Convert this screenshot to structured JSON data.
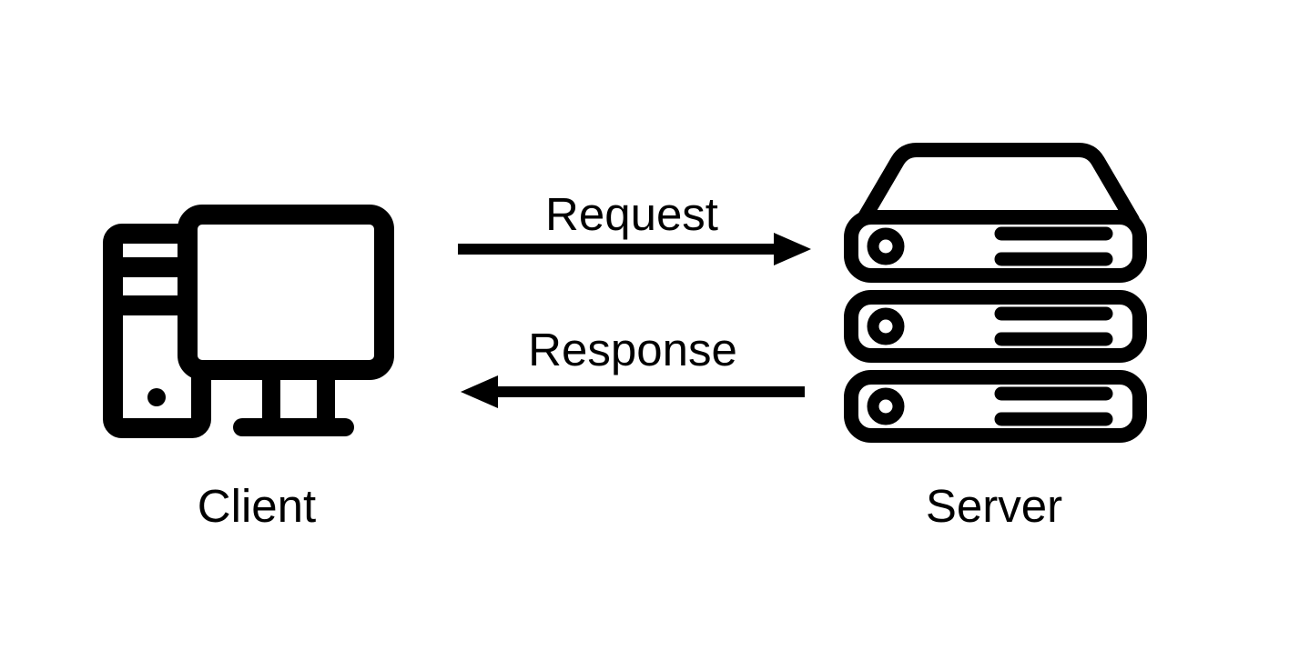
{
  "diagram": {
    "background_color": "#ffffff",
    "foreground_color": "#000000",
    "nodes": [
      {
        "id": "client",
        "label": "Client",
        "icon": "desktop-computer-icon"
      },
      {
        "id": "server",
        "label": "Server",
        "icon": "server-stack-icon"
      }
    ],
    "edges": [
      {
        "from": "client",
        "to": "server",
        "label": "Request",
        "direction": "left-to-right"
      },
      {
        "from": "server",
        "to": "client",
        "label": "Response",
        "direction": "right-to-left"
      }
    ]
  }
}
